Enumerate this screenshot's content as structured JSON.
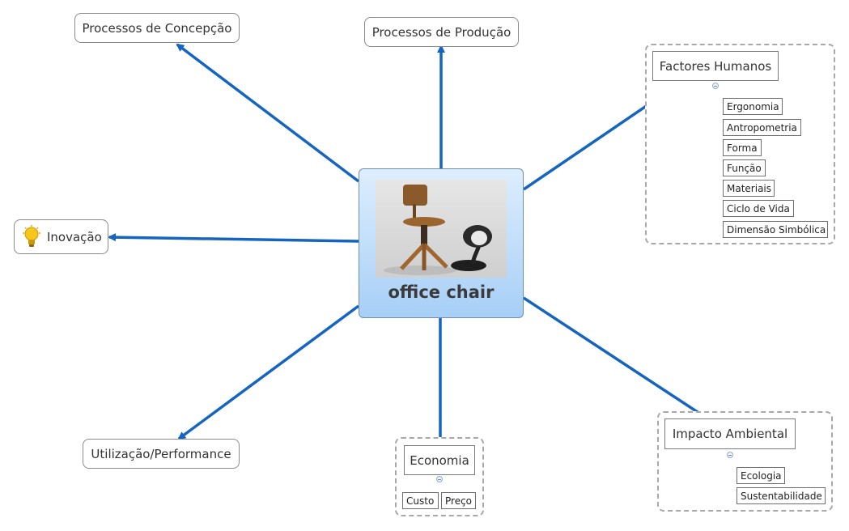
{
  "central": {
    "title": "office chair",
    "image_icon": "chair-and-lamp-photo"
  },
  "topics": {
    "concepcao": "Processos de Concepção",
    "producao": "Processos de Produção",
    "inovacao": "Inovação",
    "inovacao_icon": "lightbulb-icon",
    "utilizacao": "Utilização/Performance",
    "economia": {
      "label": "Economia",
      "children": [
        "Custo",
        "Preço"
      ]
    },
    "factores": {
      "label": "Factores Humanos",
      "children": [
        "Ergonomia",
        "Antropometria",
        "Forma",
        "Função",
        "Materiais",
        "Ciclo de Vida",
        "Dimensão Simbólica"
      ]
    },
    "impacto": {
      "label": "Impacto Ambiental",
      "children": [
        "Ecologia",
        "Sustentabilidade"
      ]
    }
  },
  "colors": {
    "connector": "#1565c0",
    "central_top": "#ddeefe",
    "central_bottom": "#a7cff7",
    "group_border": "#a8a8a8"
  }
}
